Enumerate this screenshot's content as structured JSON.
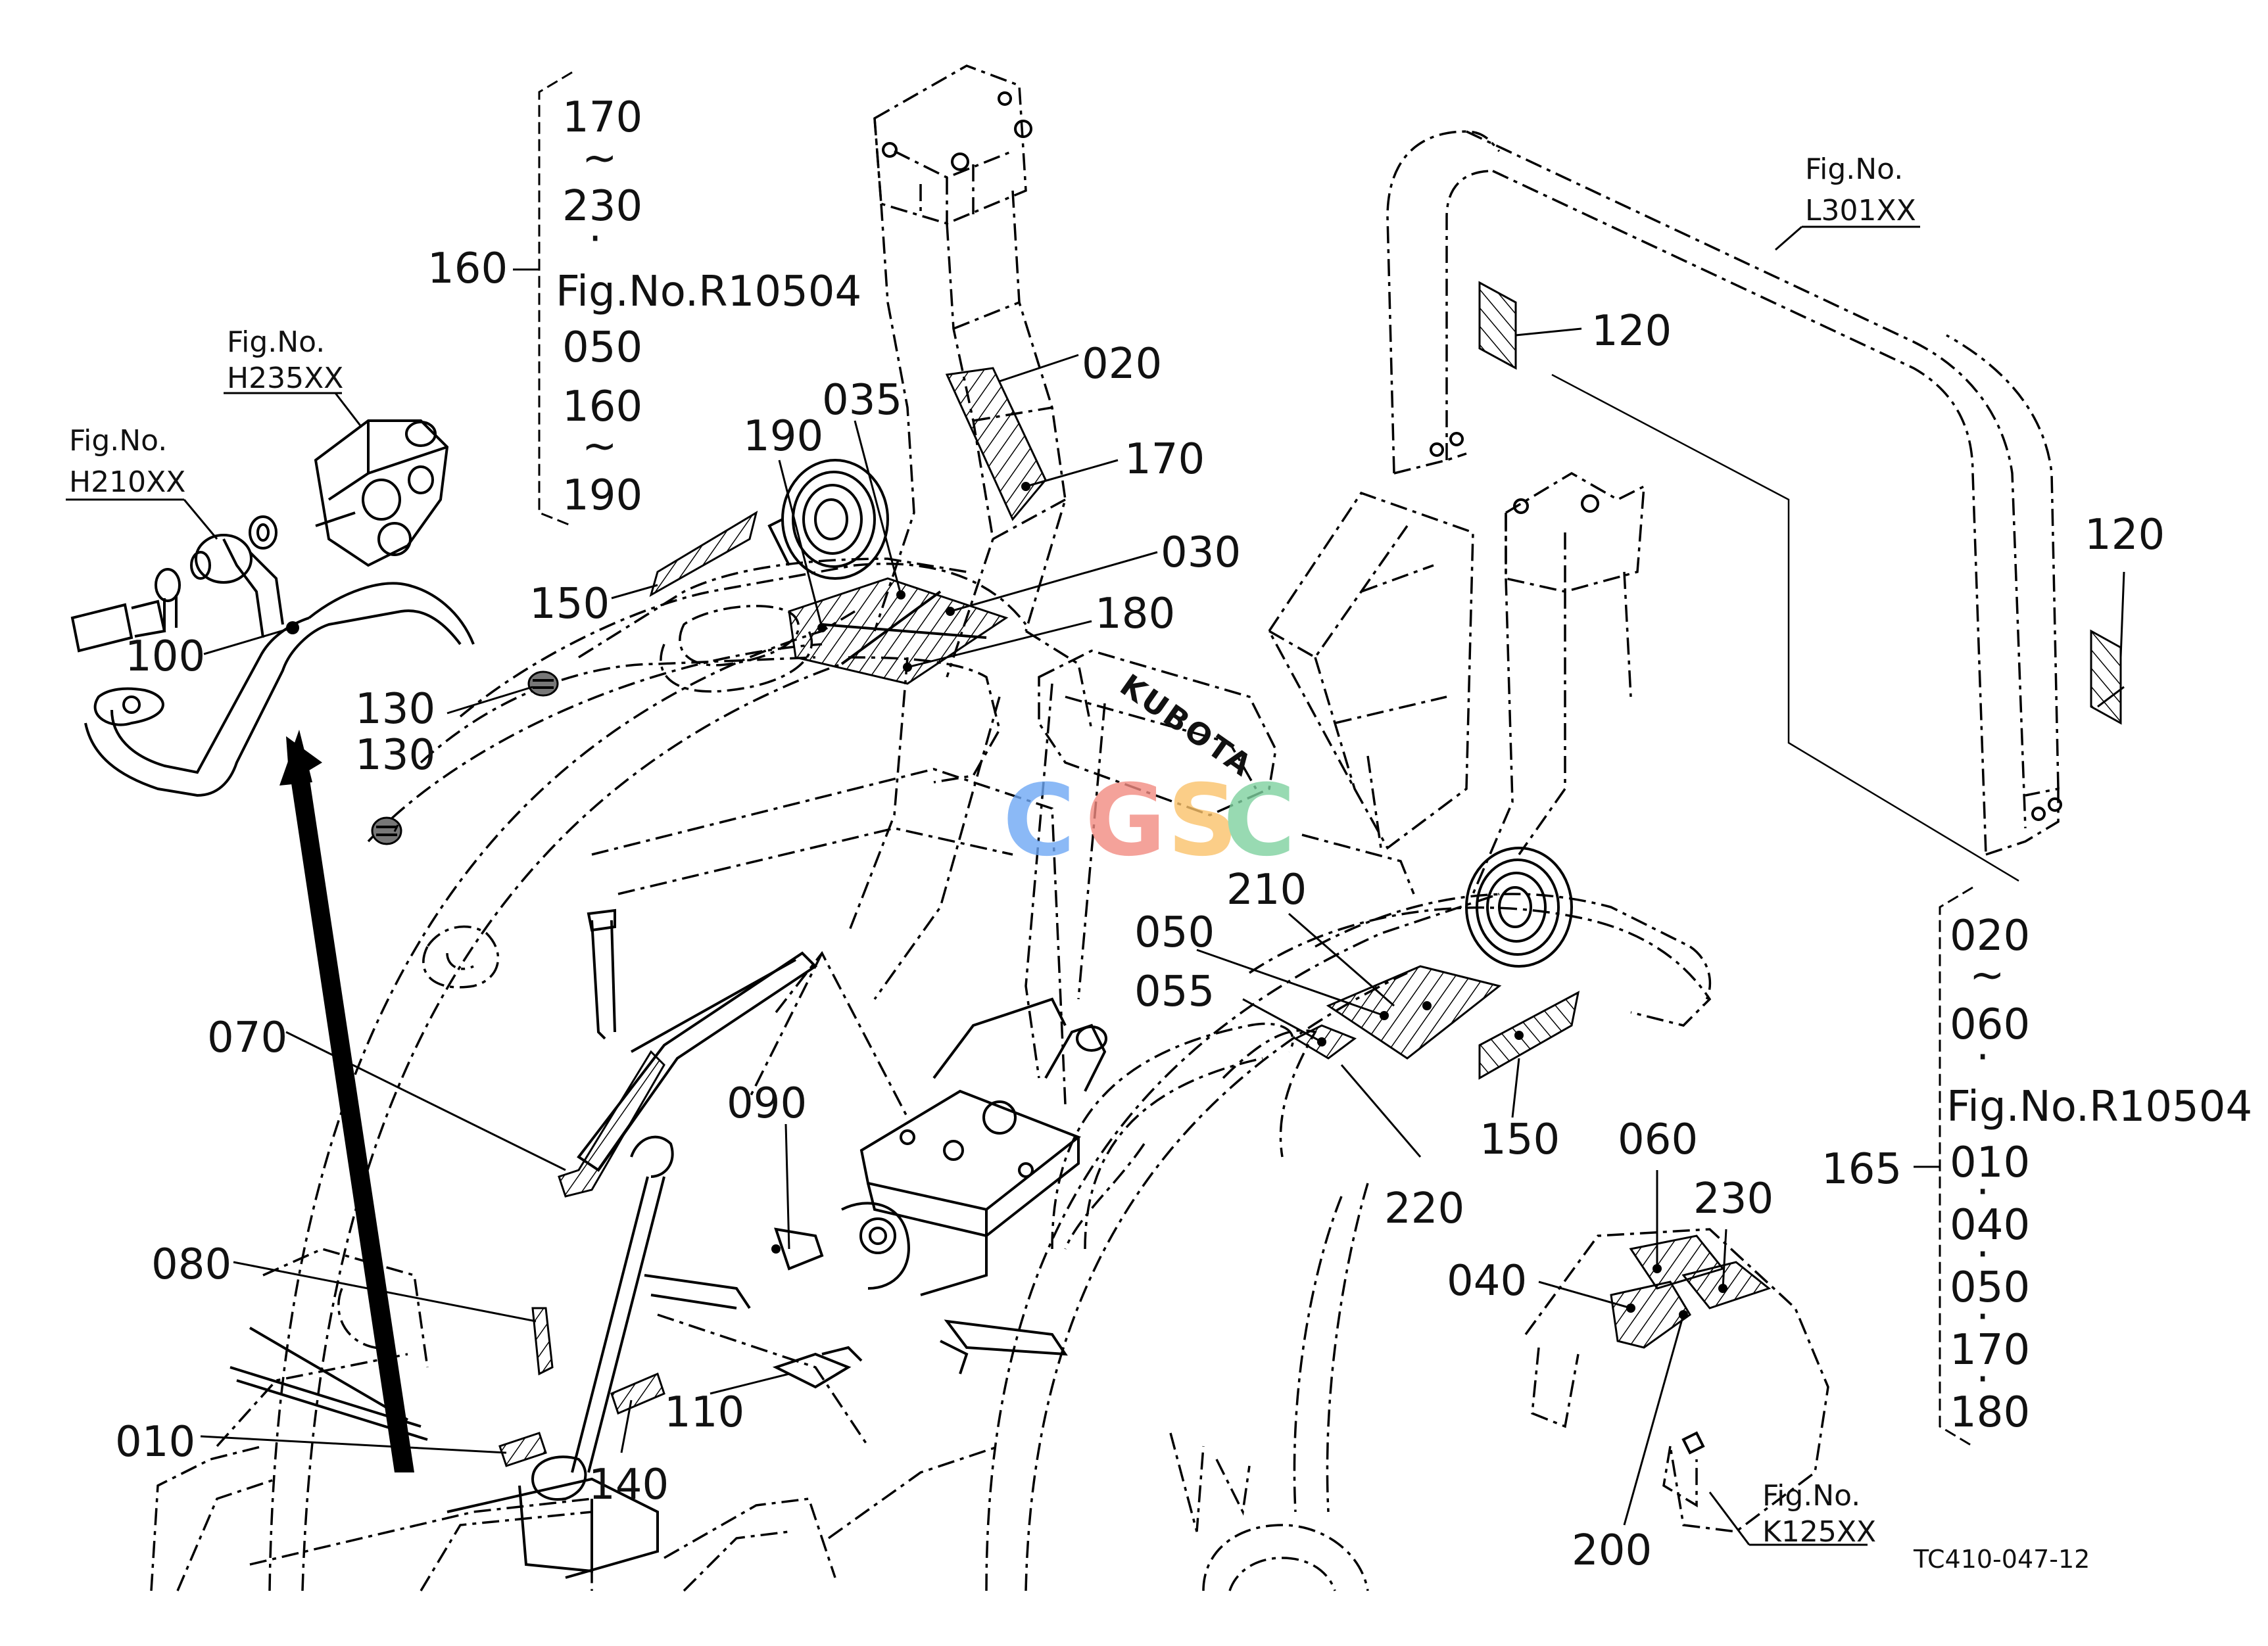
{
  "callouts": {
    "c010": "010",
    "c020": "020",
    "c030": "030",
    "c035": "035",
    "c040": "040",
    "c050": "050",
    "c055": "055",
    "c060": "060",
    "c070": "070",
    "c080": "080",
    "c090": "090",
    "c100": "100",
    "c110": "110",
    "c120a": "120",
    "c120b": "120",
    "c130a": "130",
    "c130b": "130",
    "c140": "140",
    "c150a": "150",
    "c150b": "150",
    "c160": "160",
    "c165": "165",
    "c170": "170",
    "c180": "180",
    "c190": "190",
    "c200": "200",
    "c210": "210",
    "c220": "220",
    "c230": "230"
  },
  "set_160": {
    "label": "160",
    "items": [
      "170",
      "~",
      "230",
      "·",
      "Fig.No.R10504",
      "050",
      "160",
      "~",
      "190"
    ]
  },
  "set_165": {
    "label": "165",
    "items": [
      "020",
      "~",
      "060",
      "·",
      "Fig.No.R10504",
      "010",
      "·",
      "040",
      "·",
      "050",
      "·",
      "170",
      "·",
      "180"
    ]
  },
  "fig_refs": {
    "h235": {
      "line1": "Fig.No.",
      "line2": "H235XX"
    },
    "h210": {
      "line1": "Fig.No.",
      "line2": "H210XX"
    },
    "l301": {
      "line1": "Fig.No.",
      "line2": "L301XX"
    },
    "k125": {
      "line1": "Fig.No.",
      "line2": "K125XX"
    }
  },
  "drawing_code": "TC410-047-12",
  "brand_on_part": "KUBOTA",
  "watermark": {
    "letters": [
      "C",
      "G",
      "S",
      "C"
    ],
    "colors": [
      "#6fa8f5",
      "#f28b82",
      "#fbc26b",
      "#7fd1a0"
    ]
  }
}
